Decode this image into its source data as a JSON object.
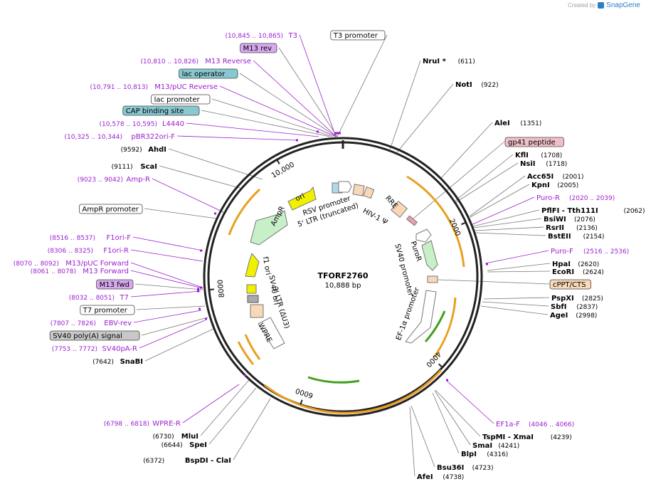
{
  "credit": {
    "prefix": "Created by",
    "brand": "SnapGene",
    "logo_icon": "snapgene-logo-icon"
  },
  "plasmid": {
    "name": "TFORF2760",
    "length_label": "10,888 bp",
    "total_bp": 10888
  },
  "colors": {
    "enzyme": "#000000",
    "primer": "#9b1fd0",
    "orange_arc": "#e8a020",
    "green_arc": "#40a020",
    "backbone": "#222222",
    "feature_leader": "#9b1fd0",
    "leader": "#777777"
  },
  "ticks": [
    {
      "label": "2000",
      "bp": 2000
    },
    {
      "label": "4000",
      "bp": 4000
    },
    {
      "label": "6000",
      "bp": 6000
    },
    {
      "label": "8000",
      "bp": 8000
    },
    {
      "label": "10,000",
      "bp": 10000
    }
  ],
  "right_labels": [
    {
      "name": "NruI *",
      "pos": "(611)",
      "kind": "enzyme"
    },
    {
      "name": "NotI",
      "pos": "(922)",
      "kind": "enzyme"
    },
    {
      "name": "AleI",
      "pos": "(1351)",
      "kind": "enzyme"
    },
    {
      "name": "gp41 peptide",
      "pos": "",
      "kind": "box-pink"
    },
    {
      "name": "KflI",
      "pos": "(1708)",
      "kind": "enzyme"
    },
    {
      "name": "NsiI",
      "pos": "(1718)",
      "kind": "enzyme"
    },
    {
      "name": "Acc65I",
      "pos": "(2001)",
      "kind": "enzyme"
    },
    {
      "name": "KpnI",
      "pos": "(2005)",
      "kind": "enzyme"
    },
    {
      "name": "Puro-R",
      "pos": "(2020 .. 2039)",
      "kind": "primer"
    },
    {
      "name": "PflFI  - Tth111I",
      "pos": "(2062)",
      "kind": "enzyme"
    },
    {
      "name": "BsiWI",
      "pos": "(2076)",
      "kind": "enzyme"
    },
    {
      "name": "RsrII",
      "pos": "(2136)",
      "kind": "enzyme"
    },
    {
      "name": "BstEII",
      "pos": "(2154)",
      "kind": "enzyme"
    },
    {
      "name": "Puro-F",
      "pos": "(2516 .. 2536)",
      "kind": "primer"
    },
    {
      "name": "HpaI",
      "pos": "(2620)",
      "kind": "enzyme"
    },
    {
      "name": "EcoRI",
      "pos": "(2624)",
      "kind": "enzyme"
    },
    {
      "name": "cPPT/CTS",
      "pos": "",
      "kind": "box-peach"
    },
    {
      "name": "PspXI",
      "pos": "(2825)",
      "kind": "enzyme"
    },
    {
      "name": "SbfI",
      "pos": "(2837)",
      "kind": "enzyme"
    },
    {
      "name": "AgeI",
      "pos": "(2998)",
      "kind": "enzyme"
    },
    {
      "name": "EF1a-F",
      "pos": "(4046 .. 4066)",
      "kind": "primer"
    },
    {
      "name": "TspMI  - XmaI",
      "pos": "(4239)",
      "kind": "enzyme"
    },
    {
      "name": "SmaI",
      "pos": "(4241)",
      "kind": "enzyme"
    },
    {
      "name": "BlpI",
      "pos": "(4316)",
      "kind": "enzyme"
    },
    {
      "name": "Bsu36I",
      "pos": "(4723)",
      "kind": "enzyme"
    },
    {
      "name": "AfeI",
      "pos": "(4738)",
      "kind": "enzyme"
    }
  ],
  "left_labels": [
    {
      "name": "T3",
      "pos": "(10,845 .. 10,865)",
      "kind": "primer"
    },
    {
      "name": "T3 promoter",
      "pos": "",
      "kind": "box-white"
    },
    {
      "name": "M13 rev",
      "pos": "",
      "kind": "box-purple"
    },
    {
      "name": "M13 Reverse",
      "pos": "(10,810 .. 10,826)",
      "kind": "primer"
    },
    {
      "name": "lac operator",
      "pos": "",
      "kind": "box-teal"
    },
    {
      "name": "M13/pUC Reverse",
      "pos": "(10,791 .. 10,813)",
      "kind": "primer"
    },
    {
      "name": "lac promoter",
      "pos": "",
      "kind": "box-white"
    },
    {
      "name": "CAP binding site",
      "pos": "",
      "kind": "box-teal"
    },
    {
      "name": "L4440",
      "pos": "(10,578 .. 10,595)",
      "kind": "primer"
    },
    {
      "name": "pBR322ori-F",
      "pos": "(10,325 .. 10,344)",
      "kind": "primer"
    },
    {
      "name": "AhdI",
      "pos": "(9592)",
      "kind": "enzyme"
    },
    {
      "name": "ScaI",
      "pos": "(9111)",
      "kind": "enzyme"
    },
    {
      "name": "Amp-R",
      "pos": "(9023 .. 9042)",
      "kind": "primer"
    },
    {
      "name": "AmpR promoter",
      "pos": "",
      "kind": "box-white"
    },
    {
      "name": "F1ori-F",
      "pos": "(8516 .. 8537)",
      "kind": "primer"
    },
    {
      "name": "F1ori-R",
      "pos": "(8306 .. 8325)",
      "kind": "primer"
    },
    {
      "name": "M13/pUC Forward",
      "pos": "(8070 .. 8092)",
      "kind": "primer"
    },
    {
      "name": "M13 Forward",
      "pos": "(8061 .. 8078)",
      "kind": "primer"
    },
    {
      "name": "M13 fwd",
      "pos": "",
      "kind": "box-purple"
    },
    {
      "name": "T7",
      "pos": "(8032 .. 8051)",
      "kind": "primer"
    },
    {
      "name": "T7 promoter",
      "pos": "",
      "kind": "box-white"
    },
    {
      "name": "EBV-rev",
      "pos": "(7807 .. 7826)",
      "kind": "primer"
    },
    {
      "name": "SV40 poly(A) signal",
      "pos": "",
      "kind": "box-gray"
    },
    {
      "name": "SV40pA-R",
      "pos": "(7753 .. 7772)",
      "kind": "primer"
    },
    {
      "name": "SnaBI",
      "pos": "(7642)",
      "kind": "enzyme"
    },
    {
      "name": "WPRE-R",
      "pos": "(6798 .. 6818)",
      "kind": "primer"
    },
    {
      "name": "MluI",
      "pos": "(6730)",
      "kind": "enzyme"
    },
    {
      "name": "SpeI",
      "pos": "(6644)",
      "kind": "enzyme"
    },
    {
      "name": "BspDI  - ClaI",
      "pos": "(6372)",
      "kind": "enzyme"
    }
  ],
  "features": [
    {
      "name": "ori",
      "kind": "ori"
    },
    {
      "name": "AmpR",
      "kind": "cds"
    },
    {
      "name": "RSV promoter",
      "kind": "promoter"
    },
    {
      "name": "5' LTR (truncated)",
      "kind": "ltr"
    },
    {
      "name": "HIV-1 Ψ",
      "kind": "misc"
    },
    {
      "name": "RRE",
      "kind": "misc"
    },
    {
      "name": "PuroR",
      "kind": "cds"
    },
    {
      "name": "SV40 promoter",
      "kind": "promoter"
    },
    {
      "name": "EF-1α promoter",
      "kind": "promoter"
    },
    {
      "name": "f1 ori",
      "kind": "ori"
    },
    {
      "name": "SV40 ori",
      "kind": "ori"
    },
    {
      "name": "3' LTR (ΔU3)",
      "kind": "ltr"
    },
    {
      "name": "WPRE",
      "kind": "misc"
    }
  ]
}
